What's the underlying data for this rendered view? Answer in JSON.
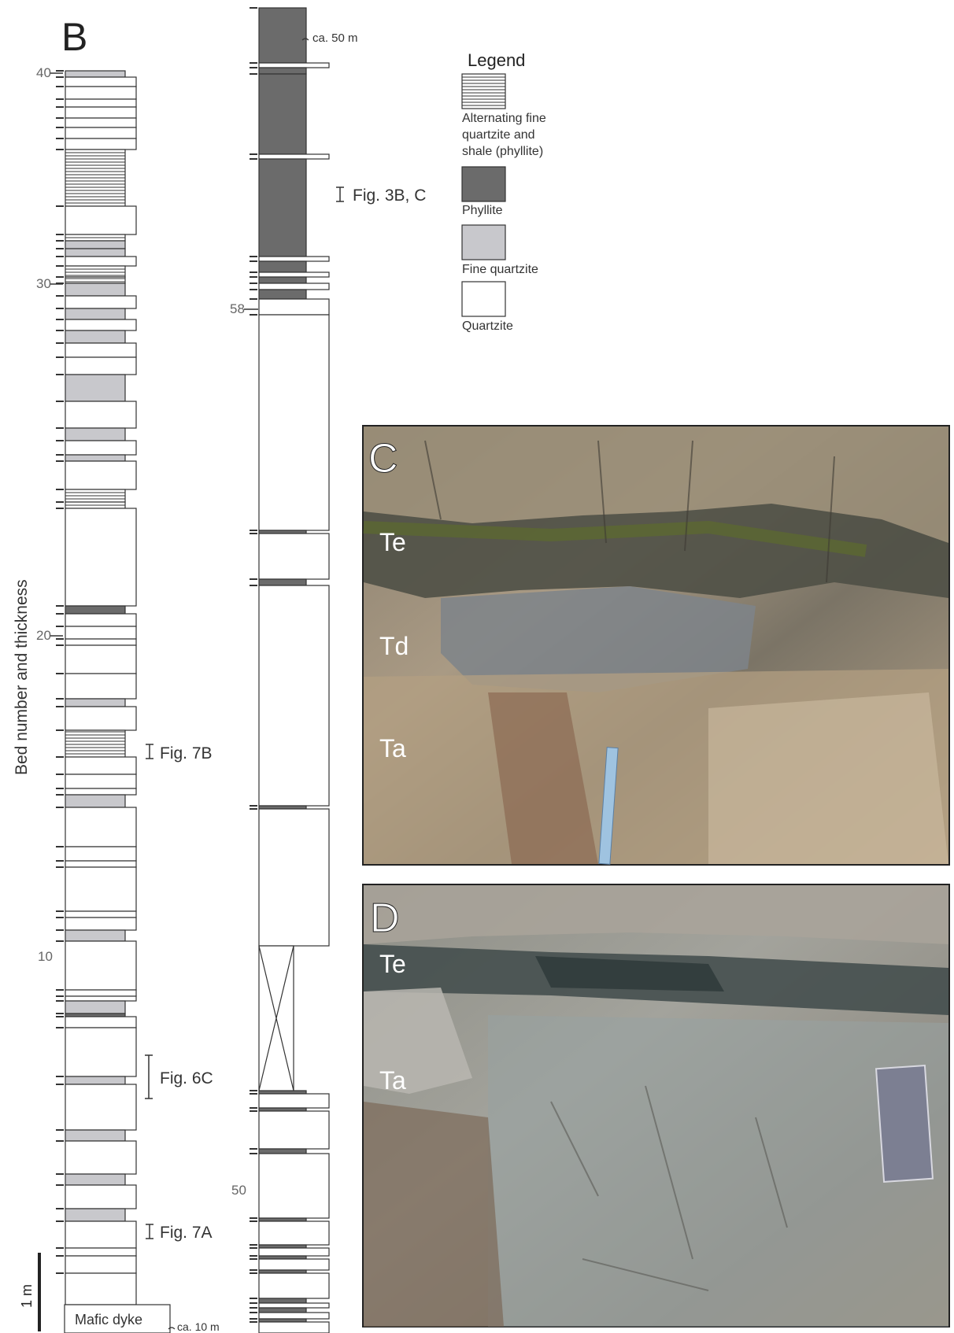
{
  "panel_b": {
    "letter": "B",
    "y_axis_label": "Bed number and thickness",
    "bed_numbers": [
      "40",
      "30",
      "20",
      "10",
      "58",
      "50"
    ],
    "thickness_marks": [
      "ca. 50 m",
      "ca. 10 m"
    ],
    "scale_label": "1 m",
    "figure_refs": [
      "Fig. 3B, C",
      "Fig. 7B",
      "Fig. 6C",
      "Fig. 7A"
    ],
    "mafic_dyke_label": "Mafic dyke"
  },
  "legend": {
    "title": "Legend",
    "items": [
      {
        "label_lines": [
          "Alternating fine",
          "quartzite and",
          "shale (phyllite)"
        ],
        "pattern": "striped"
      },
      {
        "label_lines": [
          "Phyllite"
        ],
        "color": "#6b6b6b"
      },
      {
        "label_lines": [
          "Fine quartzite"
        ],
        "color": "#c8c8cc"
      },
      {
        "label_lines": [
          "Quartzite"
        ],
        "color": "#ffffff"
      }
    ]
  },
  "photo_c": {
    "letter": "C",
    "labels": [
      "Te",
      "Td",
      "Ta"
    ]
  },
  "photo_d": {
    "letter": "D",
    "labels": [
      "Te",
      "Ta"
    ]
  },
  "colors": {
    "phyllite": "#6b6b6b",
    "fine_quartzite": "#c8c8cc",
    "quartzite": "#ffffff",
    "line": "#333333"
  }
}
